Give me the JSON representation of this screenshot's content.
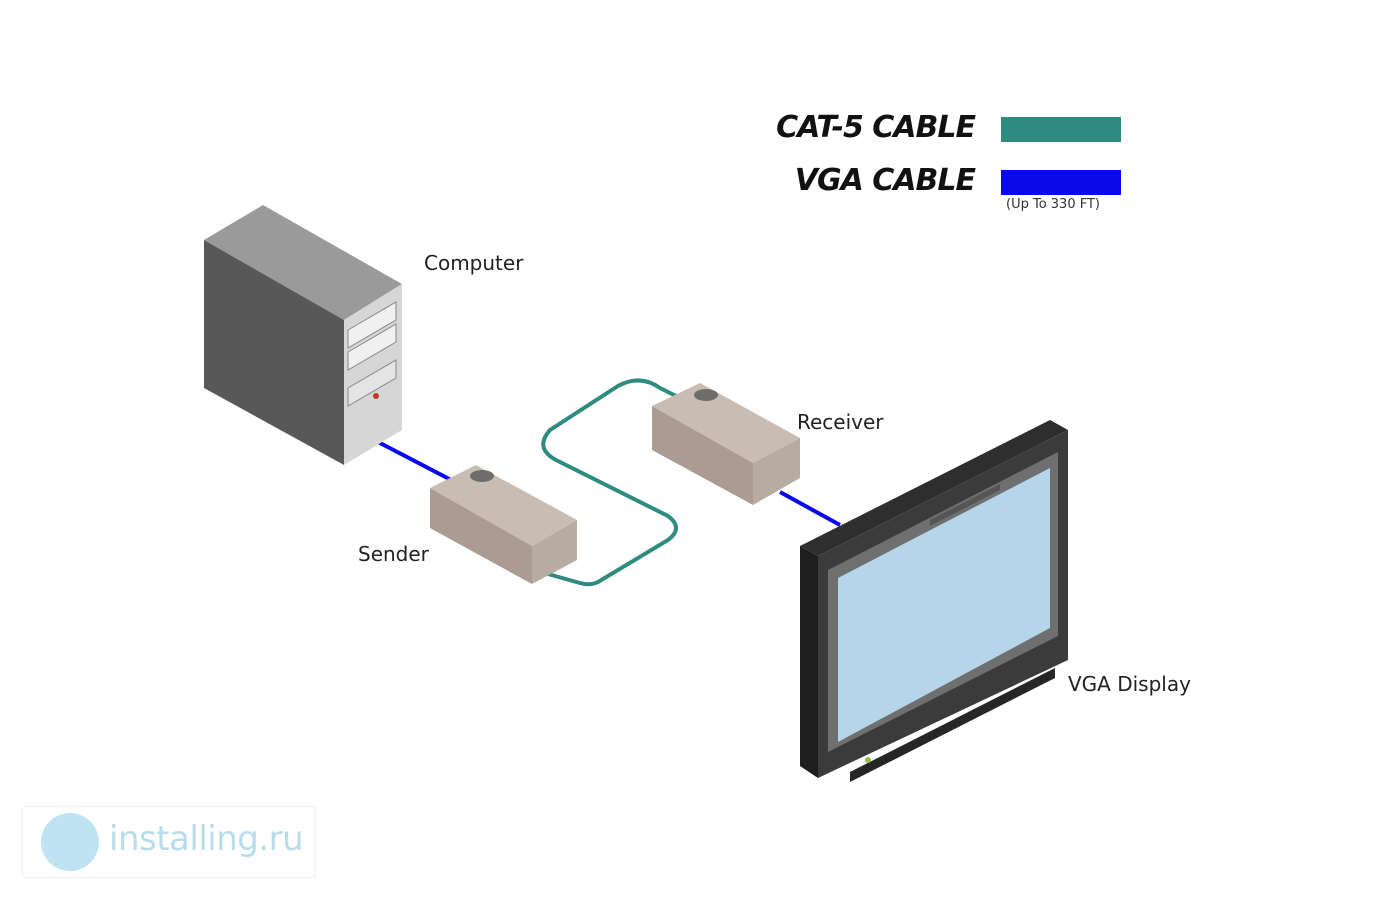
{
  "legend": {
    "cat5_label": "CAT-5 CABLE",
    "vga_label": "VGA CABLE",
    "vga_note": "(Up To 330 FT)",
    "cat5_color": "#2e8b80",
    "vga_color": "#0a0ae8"
  },
  "devices": {
    "computer": "Computer",
    "sender": "Sender",
    "receiver": "Receiver",
    "display": "VGA Display"
  },
  "watermark": {
    "text": "installing.ru"
  }
}
